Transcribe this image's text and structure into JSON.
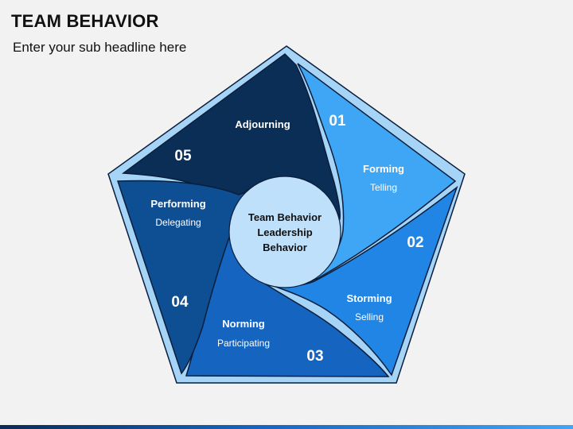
{
  "header": {
    "title": "TEAM BEHAVIOR",
    "subtitle": "Enter your sub headline here"
  },
  "center": {
    "line1": "Team Behavior",
    "line2": "Leadership",
    "line3": "Behavior"
  },
  "stages": [
    {
      "number": "01",
      "title": "Forming",
      "sub": "Telling",
      "color": "#3fa6f5"
    },
    {
      "number": "02",
      "title": "Storming",
      "sub": "Selling",
      "color": "#2185e6"
    },
    {
      "number": "03",
      "title": "Norming",
      "sub": "Participating",
      "color": "#1565c0"
    },
    {
      "number": "04",
      "title": "Performing",
      "sub": "Delegating",
      "color": "#0e4f94"
    },
    {
      "number": "05",
      "title": "Adjourning",
      "sub": "",
      "color": "#0b2e57"
    }
  ],
  "colors": {
    "outer_pentagon": "#a6d4f7",
    "outline": "#0a1e3c",
    "center_circle": "#bfe0fb"
  }
}
